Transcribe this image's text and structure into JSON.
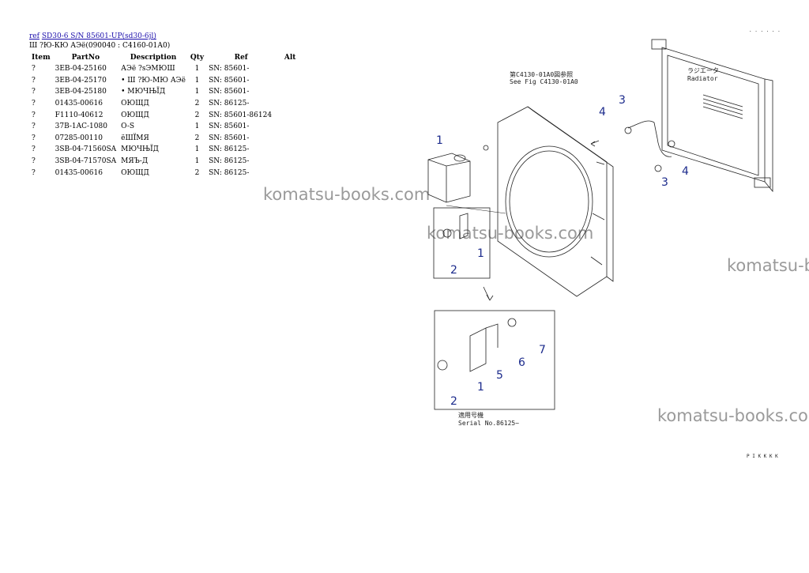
{
  "header": {
    "link_ref": "ref",
    "link_model": "SD30-6 S/N 85601-UP(sd30-6jl)",
    "subtitle": "Ш ?Ю-КЮ АЭё(090040 : С4160-01А0)"
  },
  "table": {
    "columns": [
      "Item",
      "PartNo",
      "Description",
      "Qty",
      "Ref",
      "Alt"
    ],
    "rows": [
      {
        "item": "?",
        "part": "3EB-04-25160",
        "desc": "АЭё ?sЭМЮШ",
        "qty": "1",
        "ref": "SN: 85601-",
        "alt": ""
      },
      {
        "item": "?",
        "part": "3EB-04-25170",
        "desc": "• Ш ?Ю-МЮ АЭё",
        "qty": "1",
        "ref": "SN: 85601-",
        "alt": ""
      },
      {
        "item": "?",
        "part": "3EB-04-25180",
        "desc": "• МЮЧЊЇД",
        "qty": "1",
        "ref": "SN: 85601-",
        "alt": ""
      },
      {
        "item": "?",
        "part": "01435-00616",
        "desc": "ОЮЩД",
        "qty": "2",
        "ref": "SN: 86125-",
        "alt": ""
      },
      {
        "item": "?",
        "part": "F1110-40612",
        "desc": "ОЮЩД",
        "qty": "2",
        "ref": "SN: 85601-86124",
        "alt": ""
      },
      {
        "item": "?",
        "part": "37B-1AC-1080",
        "desc": "O-S",
        "qty": "1",
        "ref": "SN: 85601-",
        "alt": ""
      },
      {
        "item": "?",
        "part": "07285-00110",
        "desc": "ёШЇМЯ",
        "qty": "2",
        "ref": "SN: 85601-",
        "alt": ""
      },
      {
        "item": "?",
        "part": "3SB-04-71560SA",
        "desc": "МЮЧЊЇД",
        "qty": "1",
        "ref": "SN: 86125-",
        "alt": ""
      },
      {
        "item": "?",
        "part": "3SB-04-71570SA",
        "desc": "МЯЪ-Д",
        "qty": "1",
        "ref": "SN: 86125-",
        "alt": ""
      },
      {
        "item": "?",
        "part": "01435-00616",
        "desc": "ОЮЩД",
        "qty": "2",
        "ref": "SN: 86125-",
        "alt": ""
      }
    ]
  },
  "watermark": "komatsu-books.com",
  "diagram": {
    "see_fig_jp": "第C4130-01A0図参照",
    "see_fig": "See Fig C4130-01A0",
    "radiator_jp": "ラジエータ",
    "radiator": "Radiator",
    "serial_jp": "適用号機",
    "serial": "Serial No.86125~",
    "callouts": [
      "1",
      "2",
      "3",
      "4",
      "5",
      "6",
      "7"
    ],
    "footer_code": "P I K K K K",
    "corner_code": ". . . . . ."
  }
}
